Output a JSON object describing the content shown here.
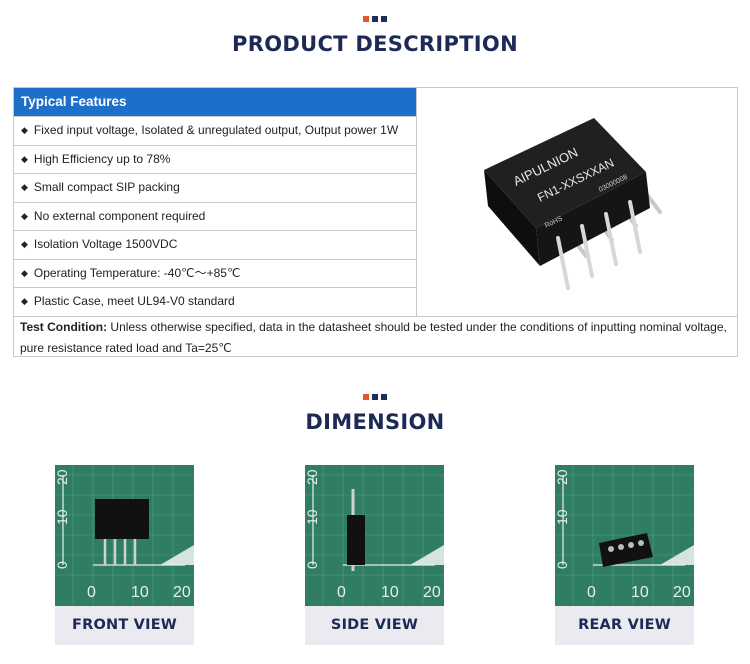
{
  "product_section": {
    "title": "PRODUCT DESCRIPTION"
  },
  "features": {
    "header": "Typical Features",
    "items": [
      "Fixed input voltage, Isolated & unregulated output, Output power 1W",
      "High Efficiency up to 78%",
      "Small compact SIP packing",
      "No external component required",
      "Isolation Voltage 1500VDC",
      "Operating Temperature: -40℃～+85℃",
      "Plastic Case, meet UL94-V0 standard"
    ],
    "bullet": "◆"
  },
  "product_image": {
    "brand_text": "AIPULNION",
    "model_text": "FN1-XXSXXAN",
    "code_text": "03000008",
    "rohs_text": "RoHS"
  },
  "test_condition": {
    "label": "Test Condition:",
    "text": " Unless otherwise specified, data in the datasheet should be tested under the conditions of inputting nominal voltage, pure resistance rated load and Ta=25℃"
  },
  "dimension_section": {
    "title": "DIMENSION",
    "views": [
      {
        "label": "FRONT VIEW"
      },
      {
        "label": "SIDE VIEW"
      },
      {
        "label": "REAR VIEW"
      }
    ],
    "scale_ticks_y": [
      "20",
      "10",
      "0"
    ],
    "scale_ticks_x": [
      "0",
      "10",
      "20"
    ]
  },
  "colors": {
    "header_blue": "#1e6fc9",
    "title_navy": "#1c2a55",
    "accent_orange": "#e4572e",
    "mat_green": "#2f7d62"
  }
}
